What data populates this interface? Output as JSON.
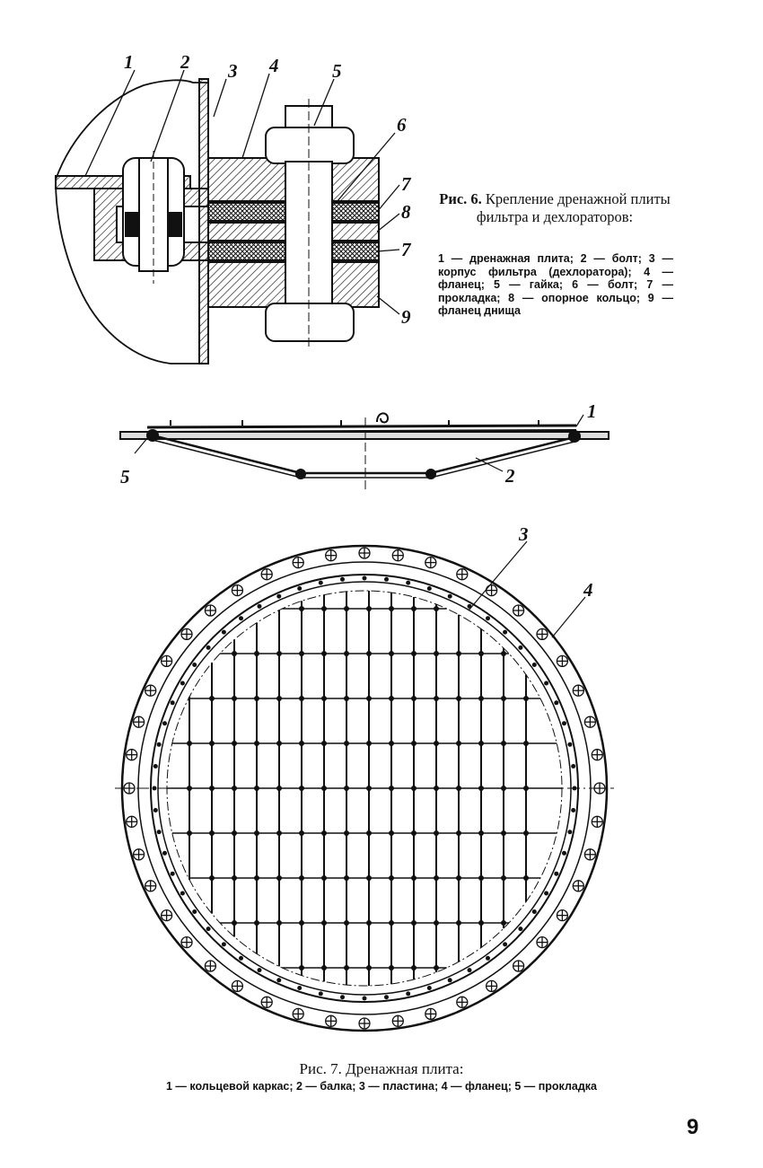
{
  "fig6": {
    "labels": [
      "1",
      "2",
      "3",
      "4",
      "5",
      "6",
      "7",
      "8",
      "7",
      "9"
    ],
    "caption_prefix": "Рис. 6.",
    "caption_title": "Крепление дренажной плиты фильтра и дехлораторов:",
    "caption_legend": "1 — дренажная плита; 2 — болт; 3 — корпус фильтра (дехлоратора); 4 — фланец; 5 — гайка; 6 — болт; 7 — прокладка; 8 — опорное кольцо; 9 — фланец днища"
  },
  "fig7_section": {
    "labels": [
      "1",
      "5",
      "2"
    ]
  },
  "fig7_plan": {
    "labels": [
      "3",
      "4"
    ]
  },
  "fig7": {
    "caption_title": "Рис. 7. Дренажная плита:",
    "caption_legend": "1 — кольцевой каркас; 2 — балка; 3 — пластина; 4 — фланец; 5 — прокладка"
  },
  "page_number": "9"
}
